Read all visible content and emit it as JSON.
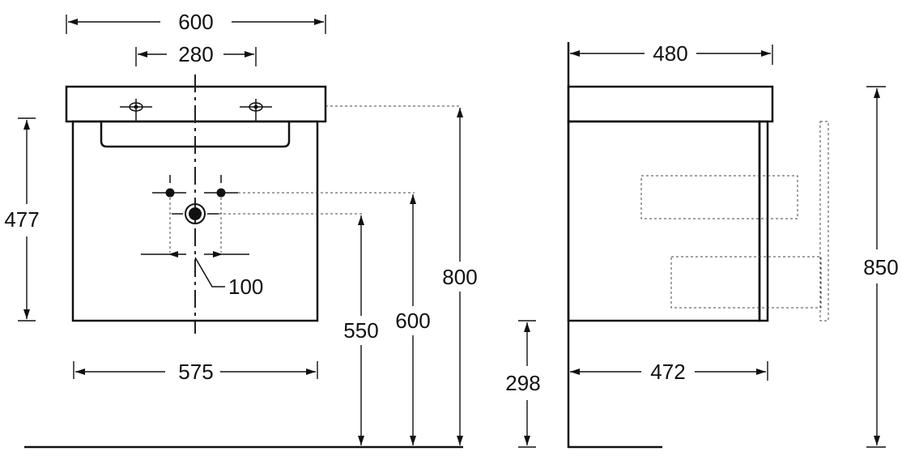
{
  "front_view": {
    "overall_width": "600",
    "tap_hole_spacing": "280",
    "cabinet_height": "477",
    "waste_offset": "100",
    "cabinet_width": "575",
    "waste_height": "550",
    "water_inlet_height": "600",
    "basin_top_height": "800"
  },
  "side_view": {
    "overall_depth": "480",
    "cabinet_depth": "472",
    "floor_clearance": "298",
    "total_height": "850"
  }
}
